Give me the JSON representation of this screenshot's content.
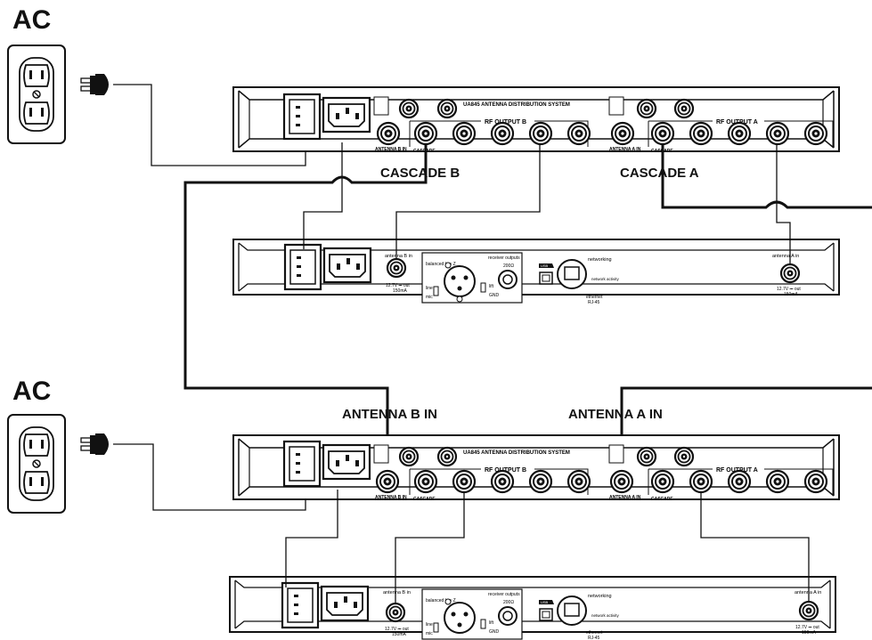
{
  "labels": {
    "ac_top": "AC",
    "ac_bottom": "AC",
    "cascade_b": "CASCADE B",
    "cascade_a": "CASCADE A",
    "antenna_b_in": "ANTENNA B IN",
    "antenna_a_in": "ANTENNA A IN"
  },
  "distributor": {
    "title": "UA845 ANTENNA DISTRIBUTION SYSTEM",
    "rf_output_b": "RF OUTPUT B",
    "rf_output_a": "RF OUTPUT A",
    "antenna_b_in": "ANTENNA B IN",
    "antenna_a_in": "ANTENNA A IN",
    "cascade": "CASCADE"
  },
  "receiver": {
    "antenna_b_in": "antenna B in",
    "antenna_a_in": "antenna A in",
    "power_note_1": "12.7V ⎓ out",
    "power_note_2": "150mA",
    "receiver_outputs": "receiver outputs",
    "balanced_low_z": "balanced low Z",
    "ohms": "200Ω",
    "mic": "mic",
    "line": "line",
    "lift": "lift",
    "gnd": "GND",
    "usb": "USB",
    "networking": "networking",
    "network_activity": "network activity",
    "ethernet": "ethernet",
    "rj45": "RJ-45"
  }
}
